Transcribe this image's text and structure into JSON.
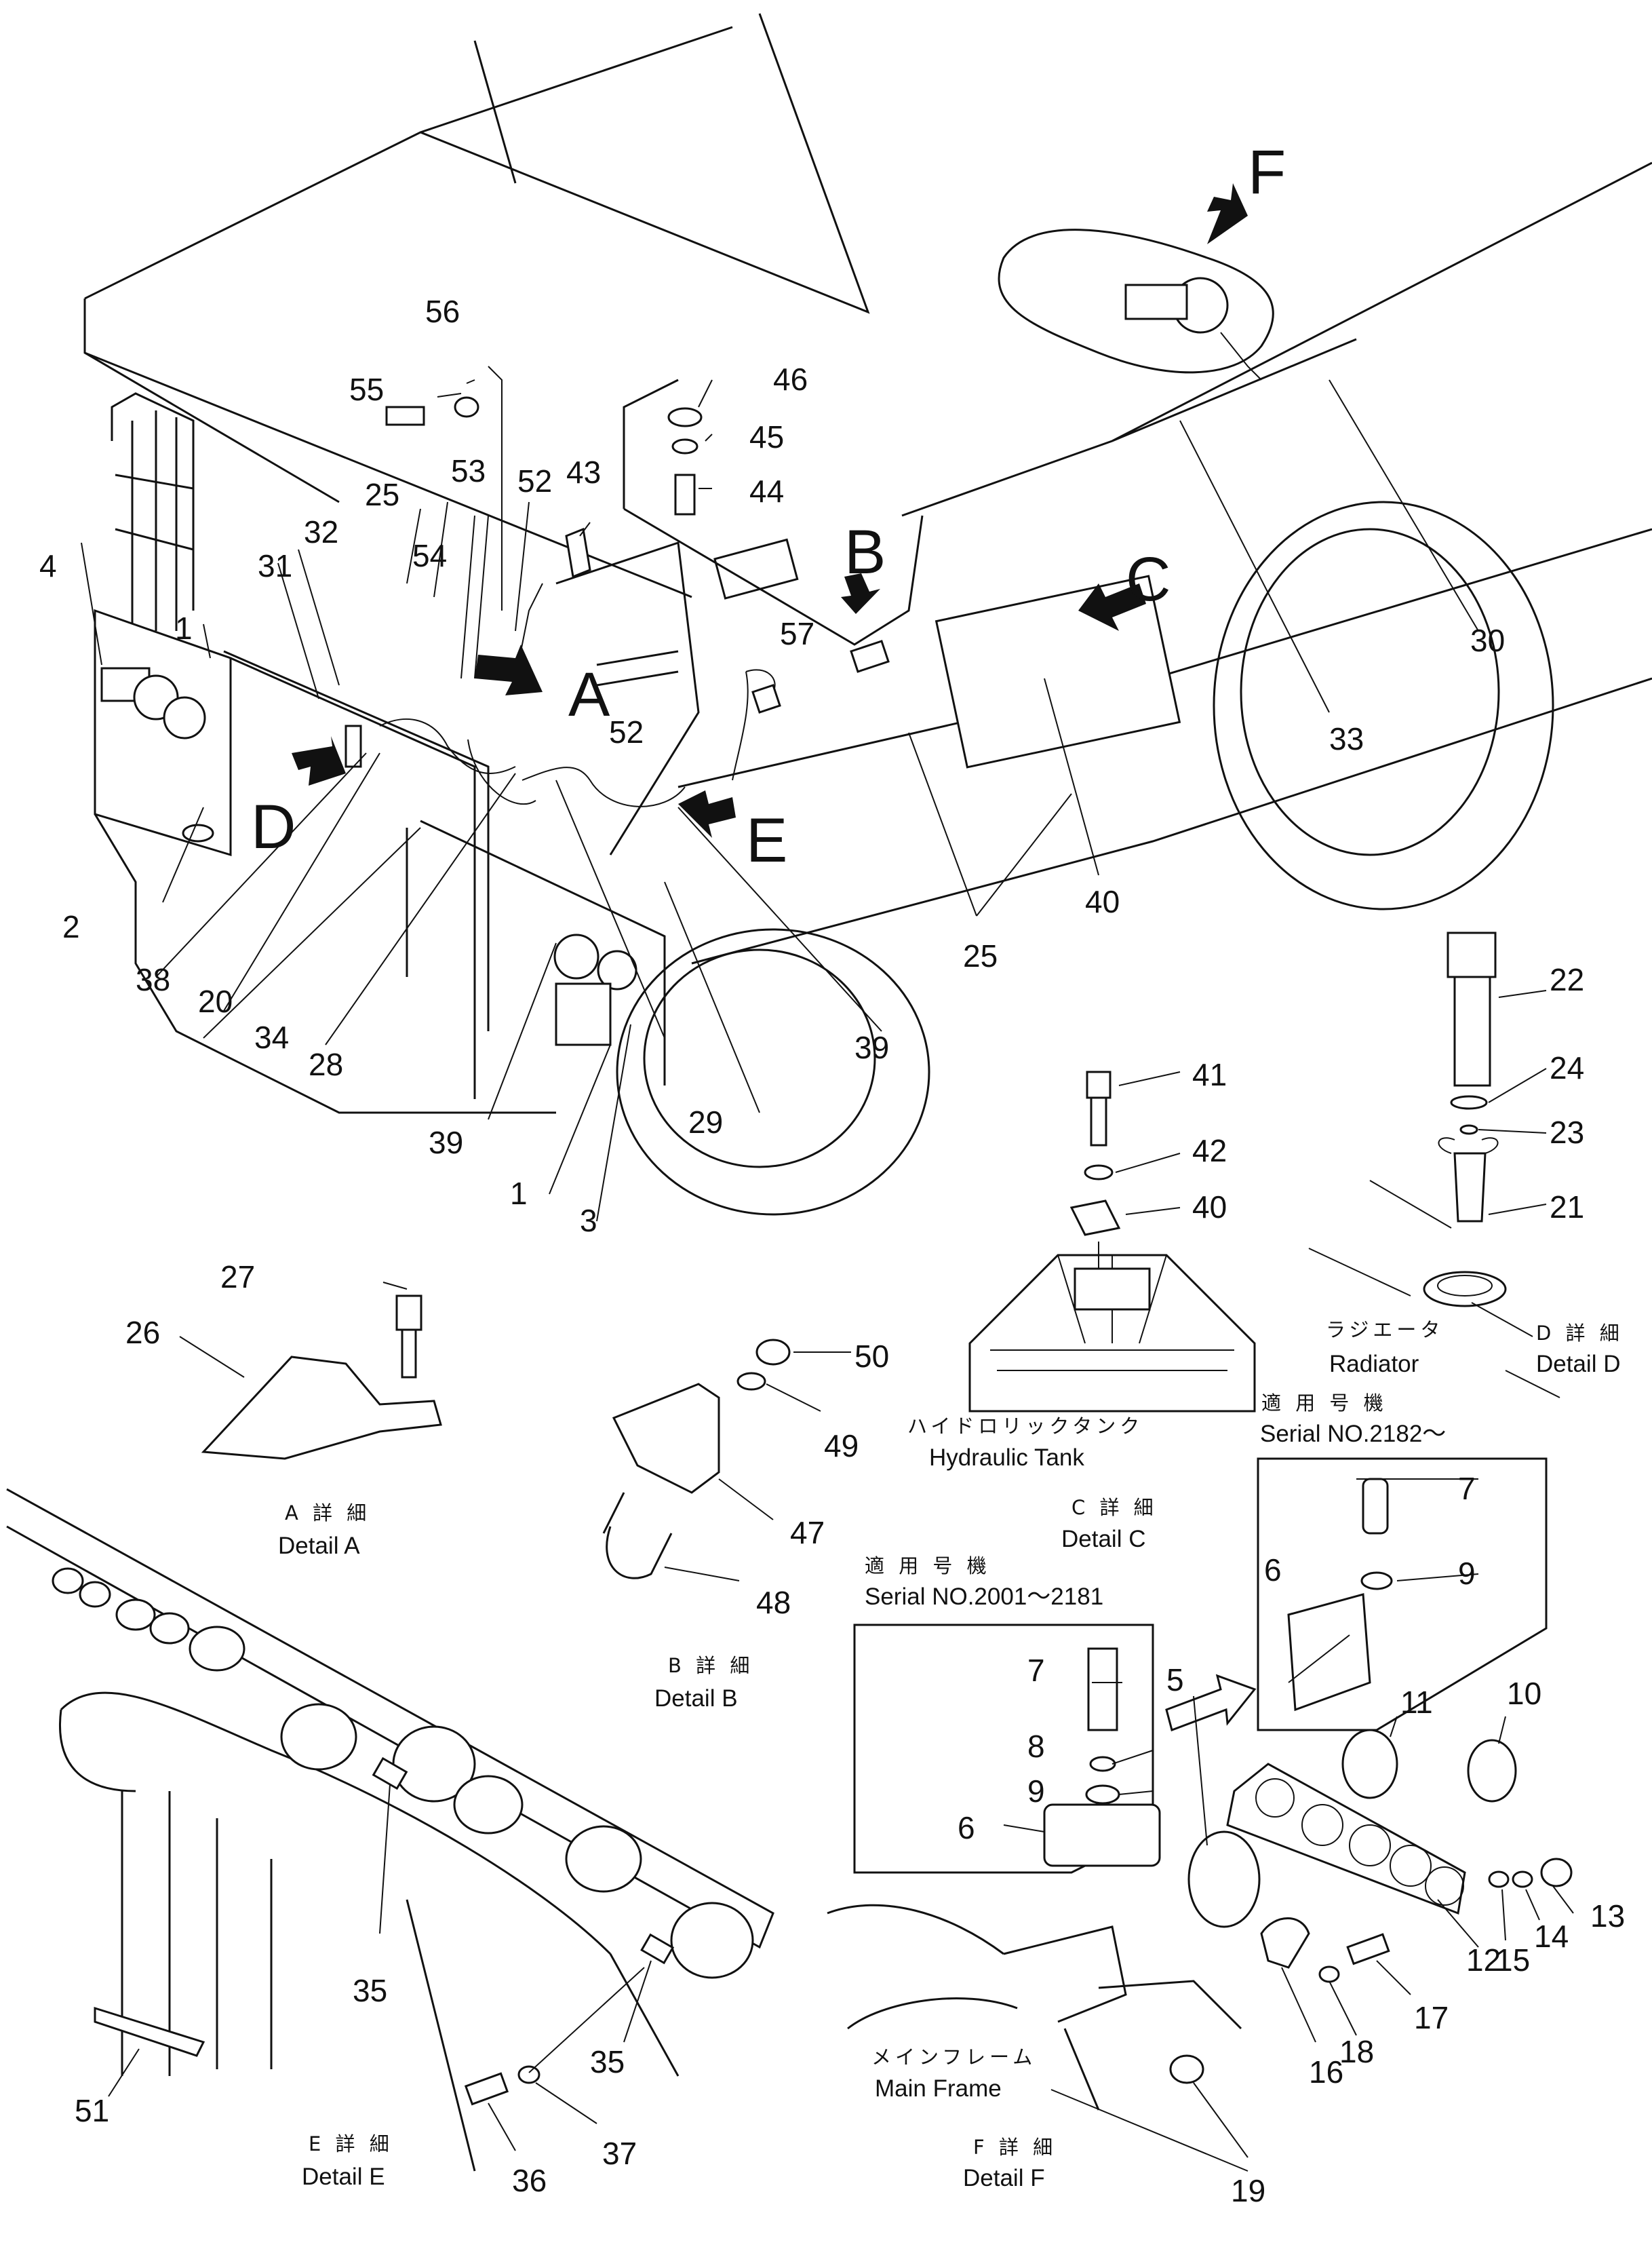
{
  "callouts": {
    "n1": "1",
    "n2": "2",
    "n3": "3",
    "n4": "4",
    "n5": "5",
    "n6a": "6",
    "n6b": "6",
    "n7a": "7",
    "n7b": "7",
    "n8": "8",
    "n9a": "9",
    "n9b": "9",
    "n10": "10",
    "n11": "11",
    "n12": "12",
    "n13": "13",
    "n14": "14",
    "n15": "15",
    "n16": "16",
    "n17": "17",
    "n18": "18",
    "n19": "19",
    "n20": "20",
    "n21": "21",
    "n22": "22",
    "n23": "23",
    "n24": "24",
    "n25a": "25",
    "n25b": "25",
    "n26": "26",
    "n27": "27",
    "n28": "28",
    "n29": "29",
    "n30": "30",
    "n31": "31",
    "n32": "32",
    "n33": "33",
    "n34": "34",
    "n35a": "35",
    "n35b": "35",
    "n36": "36",
    "n37": "37",
    "n38": "38",
    "n39a": "39",
    "n39b": "39",
    "n40a": "40",
    "n40b": "40",
    "n41": "41",
    "n42": "42",
    "n43": "43",
    "n44": "44",
    "n45": "45",
    "n46": "46",
    "n47": "47",
    "n48": "48",
    "n49": "49",
    "n50": "50",
    "n51": "51",
    "n52a": "52",
    "n52b": "52",
    "n53": "53",
    "n54": "54",
    "n55": "55",
    "n56": "56",
    "n57": "57",
    "n1b": "1"
  },
  "detail_letters": {
    "A": "A",
    "B": "B",
    "C": "C",
    "D": "D",
    "E": "E",
    "F": "F"
  },
  "labels": {
    "radiator_jp": "ラジエータ",
    "radiator_en": "Radiator",
    "hydraulic_tank_jp": "ハイドロリックタンク",
    "hydraulic_tank_en": "Hydraulic Tank",
    "main_frame_jp": "メインフレーム",
    "main_frame_en": "Main Frame",
    "detail_a_jp": "A 詳 細",
    "detail_a_en": "Detail A",
    "detail_b_jp": "B 詳 細",
    "detail_b_en": "Detail B",
    "detail_c_jp": "C 詳 細",
    "detail_c_en": "Detail C",
    "detail_d_jp": "D 詳 細",
    "detail_d_en": "Detail D",
    "detail_e_jp": "E 詳 細",
    "detail_e_en": "Detail E",
    "detail_f_jp": "F 詳 細",
    "detail_f_en": "Detail F",
    "serial_new_jp": "適 用 号 機",
    "serial_new_en": "Serial NO.2182～",
    "serial_old_jp": "適 用 号 機",
    "serial_old_en": "Serial NO.2001～2181"
  },
  "colors": {
    "ink": "#111111",
    "paper": "#ffffff"
  }
}
